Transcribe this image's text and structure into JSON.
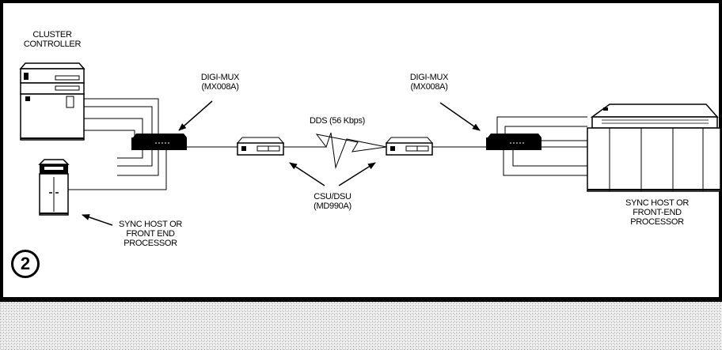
{
  "colors": {
    "frame": "#000000",
    "background": "#ffffff",
    "footer_band": "#c8c8c8"
  },
  "labels": {
    "cluster_controller": [
      "CLUSTER",
      "CONTROLLER"
    ],
    "digi_mux_left": [
      "DIGI-MUX",
      "(MX008A)"
    ],
    "digi_mux_right": [
      "DIGI-MUX",
      "(MX008A)"
    ],
    "dds": "DDS (56 Kbps)",
    "csu_dsu": [
      "CSU/DSU",
      "(MD990A)"
    ],
    "sync_host_left": [
      "SYNC HOST OR",
      "FRONT END",
      "PROCESSOR"
    ],
    "sync_host_right": [
      "SYNC HOST OR",
      "FRONT-END",
      "PROCESSOR"
    ]
  },
  "figure_number": "2"
}
